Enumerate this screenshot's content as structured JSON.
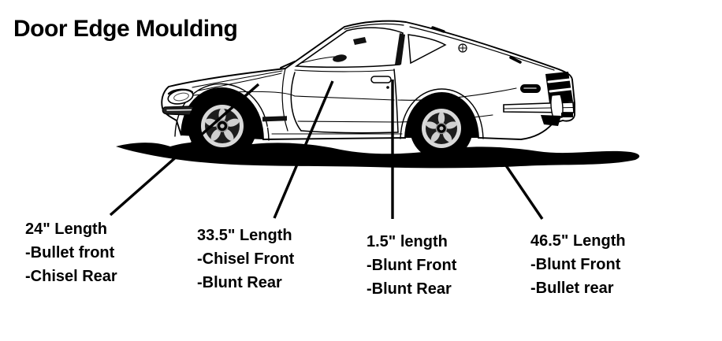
{
  "title": "Door Edge Moulding",
  "colors": {
    "ink": "#000000",
    "paper": "#ffffff"
  },
  "illustration": "side view line drawing of a classic sports coupe with ground shadow",
  "callouts": [
    {
      "length": "24\" Length",
      "front_end": "-Bullet front",
      "rear_end": "-Chisel Rear"
    },
    {
      "length": "33.5\" Length",
      "front_end": "-Chisel Front",
      "rear_end": "-Blunt Rear"
    },
    {
      "length": "1.5\" length",
      "front_end": "-Blunt Front",
      "rear_end": "-Blunt Rear"
    },
    {
      "length": "46.5\" Length",
      "front_end": "-Blunt Front",
      "rear_end": "-Bullet rear"
    }
  ]
}
